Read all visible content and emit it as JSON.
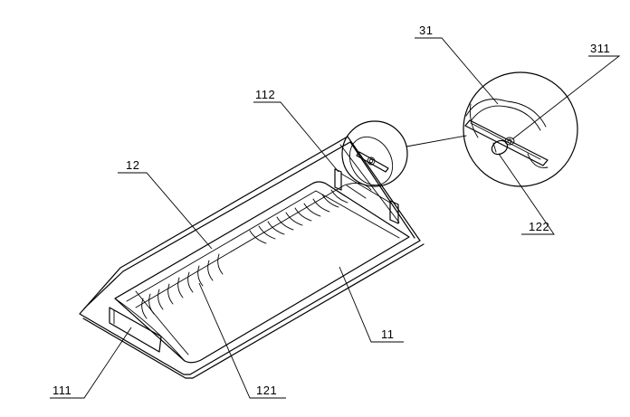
{
  "labels": {
    "l31": "31",
    "l311": "311",
    "l112": "112",
    "l12": "12",
    "l122": "122",
    "l11": "11",
    "l111": "111",
    "l121": "121"
  }
}
